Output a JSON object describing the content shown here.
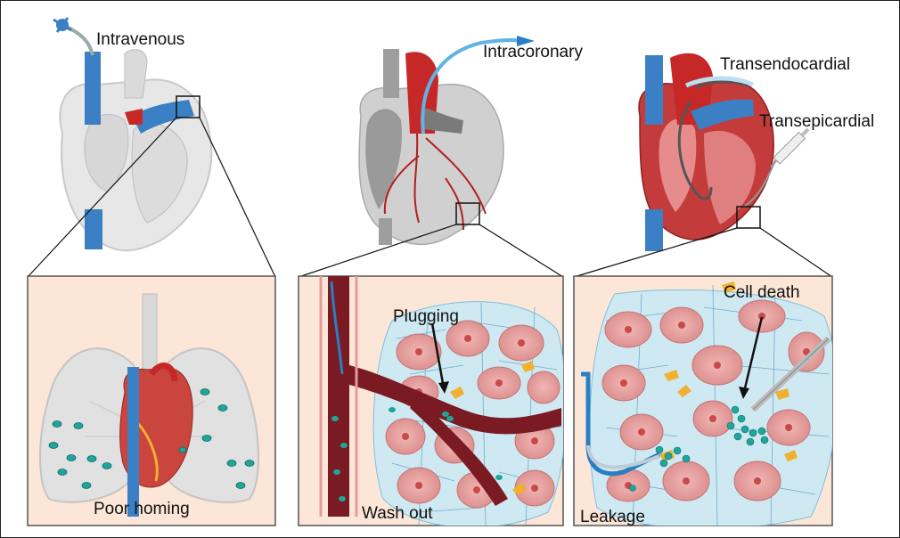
{
  "routes": {
    "intravenous": "Intravenous",
    "intracoronary": "Intracoronary",
    "transendocardial": "Transendocardial",
    "transepicardial": "Transepicardial"
  },
  "outcomes": {
    "poor_homing": "Poor homing",
    "plugging": "Plugging",
    "wash_out": "Wash out",
    "cell_death": "Cell death",
    "leakage": "Leakage"
  },
  "colors": {
    "panel_bg": "#fce6d8",
    "vein_blue": "#3b7fc4",
    "artery_red": "#c62828",
    "vessel_dark": "#7a1a22",
    "cell_pink": "#e8a0a0",
    "stem_cell_teal": "#1fa59a",
    "fibroblast_yellow": "#f0b030",
    "tissue_blue": "#cfe9f3"
  }
}
